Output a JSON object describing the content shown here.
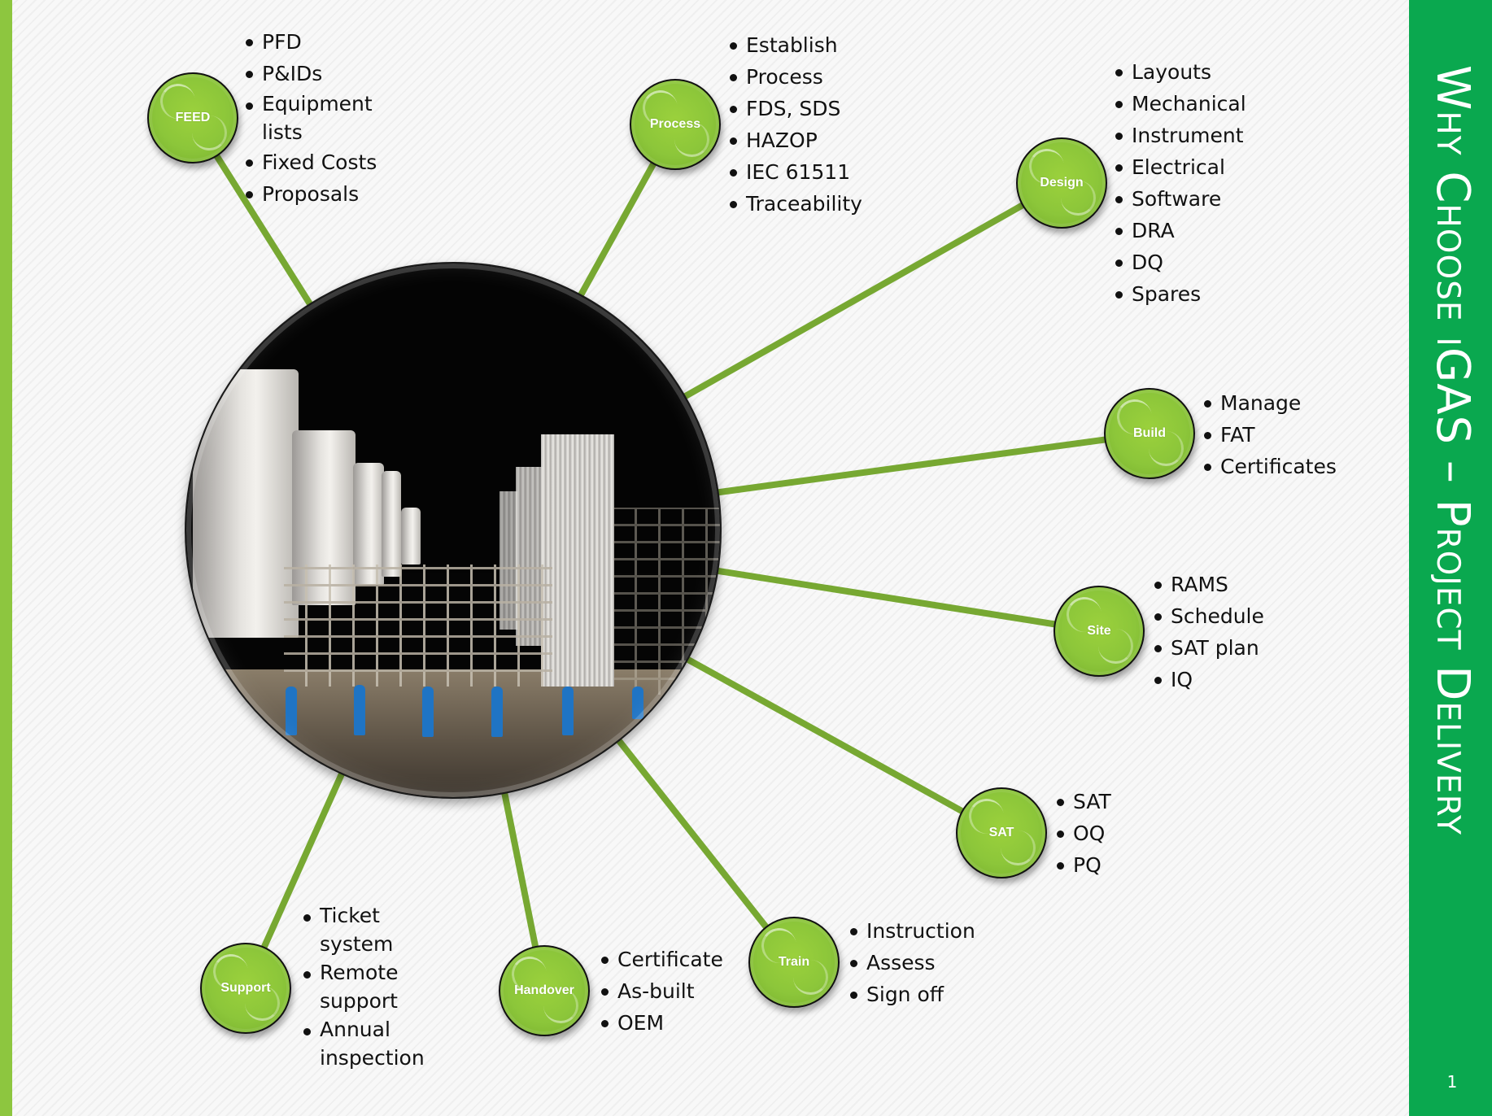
{
  "slide": {
    "title": "Why Choose iGAS – Project Delivery",
    "page_number": "1",
    "colors": {
      "accent_green": "#8dc63f",
      "panel_green": "#0aa84f",
      "node_green": "#8cc63a",
      "connector_green": "#77a832",
      "text": "#111111"
    }
  },
  "center_image": {
    "description": "Night photo of an industrial gas plant with storage tanks, vaporizers, pipework and blue gas cylinders"
  },
  "nodes": [
    {
      "label": "FEED",
      "items": [
        "PFD",
        "P&IDs",
        "Equipment lists",
        "Fixed Costs",
        "Proposals"
      ]
    },
    {
      "label": "Process",
      "items": [
        "Establish",
        "Process",
        "FDS, SDS",
        "HAZOP",
        "IEC 61511",
        "Traceability"
      ]
    },
    {
      "label": "Design",
      "items": [
        "Layouts",
        "Mechanical",
        "Instrument",
        "Electrical",
        "Software",
        "DRA",
        "DQ",
        "Spares"
      ]
    },
    {
      "label": "Build",
      "items": [
        "Manage",
        "FAT",
        "Certificates"
      ]
    },
    {
      "label": "Site",
      "items": [
        "RAMS",
        "Schedule",
        "SAT plan",
        "IQ"
      ]
    },
    {
      "label": "SAT",
      "items": [
        "SAT",
        "OQ",
        "PQ"
      ]
    },
    {
      "label": "Train",
      "items": [
        "Instruction",
        "Assess",
        "Sign off"
      ]
    },
    {
      "label": "Handover",
      "items": [
        "Certificate",
        "As-built",
        "OEM"
      ]
    },
    {
      "label": "Support",
      "items": [
        "Ticket system",
        "Remote support",
        "Annual inspection"
      ]
    }
  ]
}
